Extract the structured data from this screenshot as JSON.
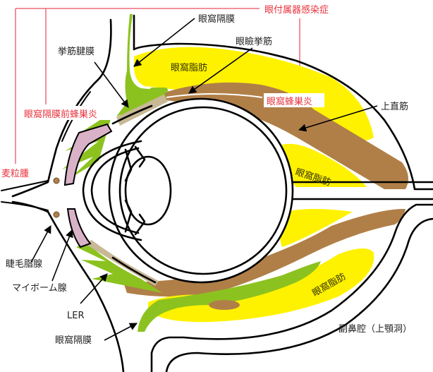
{
  "diagram": {
    "title": "眼付属器感染症",
    "colors": {
      "orbital_fat": "#fff200",
      "muscle": "#b07f48",
      "septum": "#8cc21f",
      "tarsal": "#d9b2c8",
      "aponeurosis": "#c8b896",
      "annotation_red": "#e8323c",
      "leader_line": "#ec6b7a"
    },
    "red_labels": {
      "adnexal_infection": "眼付属器感染症",
      "preseptal_cellulitis": "眼窩隔膜前蜂巣炎",
      "orbital_cellulitis": "眼窩蜂巣炎",
      "hordeolum": "麦粒腫"
    },
    "labels": {
      "orbital_septum_top": "眼窩隔膜",
      "levator_muscle": "眼瞼挙筋",
      "levator_aponeurosis": "挙筋腱膜",
      "superior_rectus": "上直筋",
      "orbital_fat_upper": "眼窩脂肪",
      "orbital_fat_mid": "眼窩脂肪",
      "orbital_fat_lower": "眼窩脂肪",
      "zeis_gland": "睫毛脂腺",
      "meibomian_gland": "マイボーム腺",
      "ler": "LER",
      "orbital_septum_bottom": "眼窩隔膜",
      "maxillary_sinus": "副鼻腔（上顎洞）"
    }
  }
}
